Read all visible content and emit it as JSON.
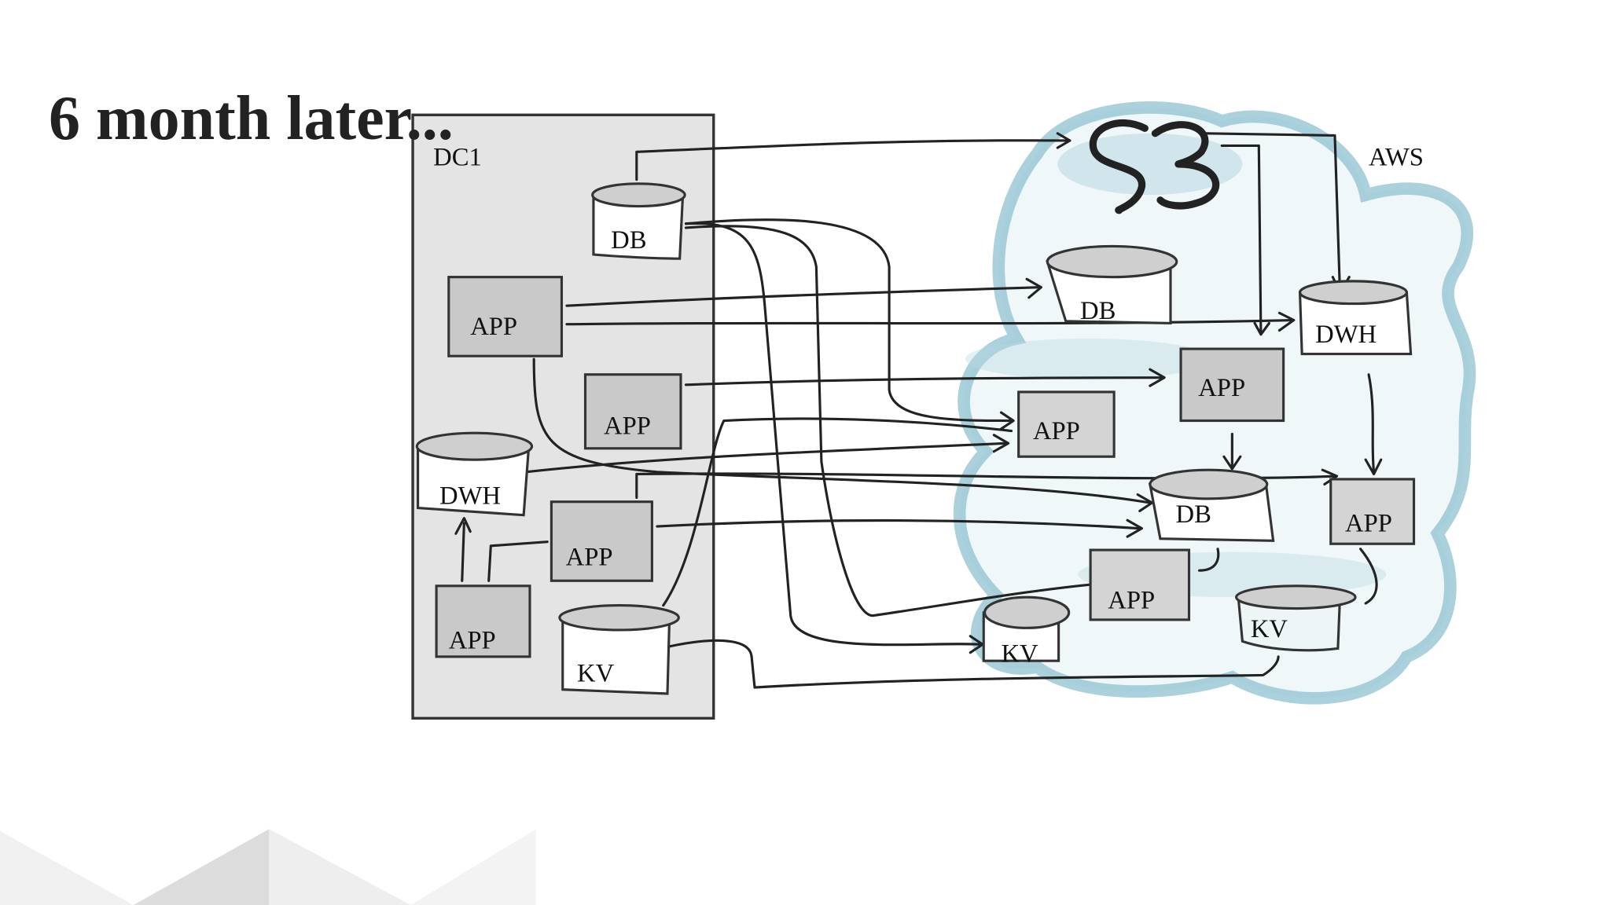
{
  "slide": {
    "title": "6 month later...",
    "dc_label": "DC1",
    "aws_label": "AWS",
    "s3_label": "S3"
  },
  "dc1_nodes": [
    "DB",
    "APP",
    "APP",
    "DWH",
    "APP",
    "APP",
    "KV"
  ],
  "aws_nodes": [
    "DB",
    "DWH",
    "APP",
    "APP",
    "DB",
    "APP",
    "APP",
    "KV",
    "KV"
  ],
  "colors": {
    "cloud": "#8fc1d0",
    "dc_fill": "#e4e4e4",
    "box_fill": "#c9c9c9"
  }
}
